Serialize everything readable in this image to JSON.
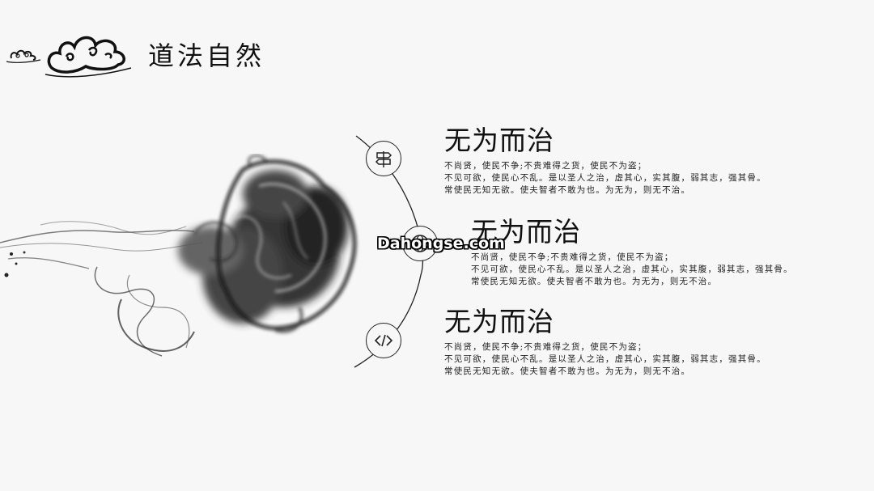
{
  "slide": {
    "title": "道法自然",
    "items": [
      {
        "heading": "无为而治",
        "lines": [
          "不尚贤，使民不争;不贵难得之货，使民不为盗；",
          "不见可欲，使民心不乱。是以圣人之治，虚其心，实其腹，弱其志，强其骨。",
          "常使民无知无欲。使夫智者不敢为也。为无为，则无不治。"
        ],
        "icon": "signpost-icon"
      },
      {
        "heading": "无为而治",
        "lines": [
          "不尚贤，使民不争;不贵难得之货，使民不为盗；",
          "不见可欲，使民心不乱。是以圣人之治，虚其心，实其腹，弱其志，强其骨。",
          "常使民无知无欲。使夫智者不敢为也。为无为，则无不治。"
        ],
        "icon": "globe-icon"
      },
      {
        "heading": "无为而治",
        "lines": [
          "不尚贤，使民不争;不贵难得之货，使民不为盗；",
          "不见可欲，使民心不乱。是以圣人之治，虚其心，实其腹，弱其志，强其骨。",
          "常使民无知无欲。使夫智者不敢为也。为无为，则无不治。"
        ],
        "icon": "code-icon"
      }
    ]
  },
  "watermark": "Dahongse.com",
  "colors": {
    "background": "#f7f7f7",
    "ink": "#111111"
  }
}
